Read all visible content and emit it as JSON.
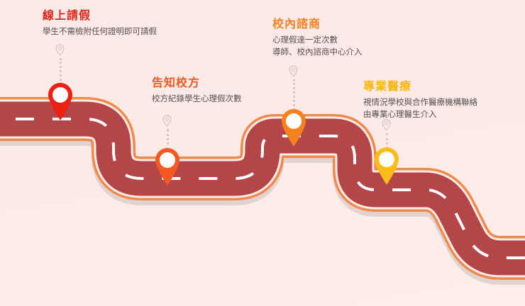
{
  "palette": {
    "background_top": "#fde9e5",
    "background_bottom": "#fdeeea",
    "road_fill": "#b4464a",
    "road_border": "#ef8a4a",
    "road_inner_line": "#ffffff",
    "road_shadow": "#c9bfbd",
    "dash_color": "#ffffff",
    "connector_dot": "#d9c9c6",
    "mini_pin": "#d7c7c4"
  },
  "steps": [
    {
      "index": 1,
      "title": "線上請假",
      "title_color": "#e1251b",
      "pin_color": "#ee2012",
      "pin_name": "map-pin-step-1",
      "desc": [
        "學生不需檢附任何證明即可請假"
      ]
    },
    {
      "index": 2,
      "title": "告知校方",
      "title_color": "#f05a22",
      "pin_color": "#f15a22",
      "pin_name": "map-pin-step-2",
      "desc": [
        "校方紀錄學生心理假次數"
      ]
    },
    {
      "index": 3,
      "title": "校內諮商",
      "title_color": "#f58220",
      "pin_color": "#f5821f",
      "pin_name": "map-pin-step-3",
      "desc": [
        "心理假達一定次數",
        "導師、校內諮商中心介入"
      ]
    },
    {
      "index": 4,
      "title": "專業醫療",
      "title_color": "#fbb713",
      "pin_color": "#fcbd18",
      "pin_name": "map-pin-step-4",
      "desc": [
        "視情況學校與合作醫療機構聯絡",
        "由專業心理醫生介入"
      ]
    }
  ],
  "icons": {
    "mini_pin": "map-pin-outline-icon",
    "connector": "dotted-connector"
  }
}
